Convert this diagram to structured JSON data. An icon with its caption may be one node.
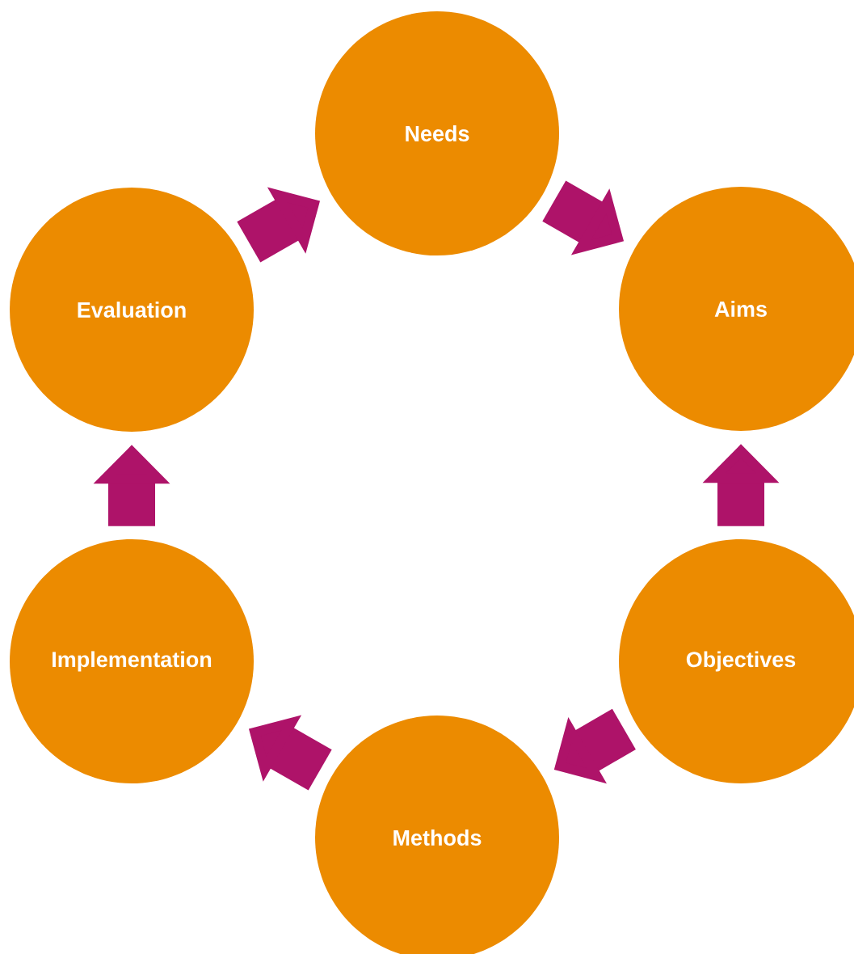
{
  "diagram": {
    "nodes": [
      {
        "text": [
          "Needs"
        ]
      },
      {
        "text": [
          "Evaluation"
        ]
      },
      {
        "text": [
          "Aims"
        ]
      },
      {
        "text": [
          "Implementation"
        ]
      },
      {
        "text": [
          "Objectives"
        ]
      },
      {
        "text": [
          "Methods"
        ]
      }
    ],
    "edges": [
      {
        "from": 0,
        "to": 2,
        "arrow": "to"
      },
      {
        "from": 4,
        "to": 2,
        "arrow": "to"
      },
      {
        "from": 4,
        "to": 5,
        "arrow": "to"
      },
      {
        "from": 5,
        "to": 3,
        "arrow": "to"
      },
      {
        "from": 3,
        "to": 1,
        "arrow": "to"
      },
      {
        "from": 1,
        "to": 0,
        "arrow": "to"
      }
    ]
  }
}
